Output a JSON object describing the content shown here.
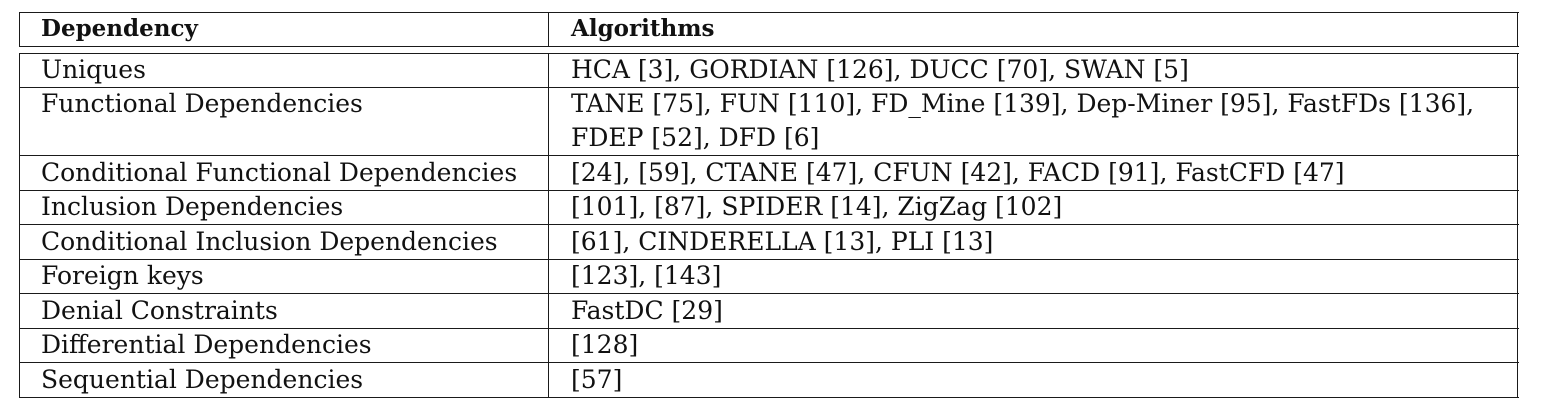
{
  "table": {
    "headers": {
      "dependency": "Dependency",
      "algorithms": "Algorithms"
    },
    "rows": [
      {
        "dependency": "Uniques",
        "algorithms": "HCA [3], GORDIAN [126], DUCC [70], SWAN [5]"
      },
      {
        "dependency": "Functional Dependencies",
        "algorithms_line1": "TANE [75], FUN [110], FD_Mine [139], Dep-Miner [95], FastFDs [136],",
        "algorithms_line2": "FDEP [52], DFD [6]"
      },
      {
        "dependency": "Conditional Functional Dependencies",
        "algorithms": "[24], [59], CTANE [47], CFUN [42], FACD [91], FastCFD [47]"
      },
      {
        "dependency": "Inclusion Dependencies",
        "algorithms": "[101], [87], SPIDER [14], ZigZag [102]"
      },
      {
        "dependency": "Conditional Inclusion Dependencies",
        "algorithms": "[61], CINDERELLA [13], PLI [13]"
      },
      {
        "dependency": "Foreign keys",
        "algorithms": "[123], [143]"
      },
      {
        "dependency": "Denial Constraints",
        "algorithms": "FastDC [29]"
      },
      {
        "dependency": "Differential Dependencies",
        "algorithms": "[128]"
      },
      {
        "dependency": "Sequential Dependencies",
        "algorithms": "[57]"
      }
    ]
  }
}
